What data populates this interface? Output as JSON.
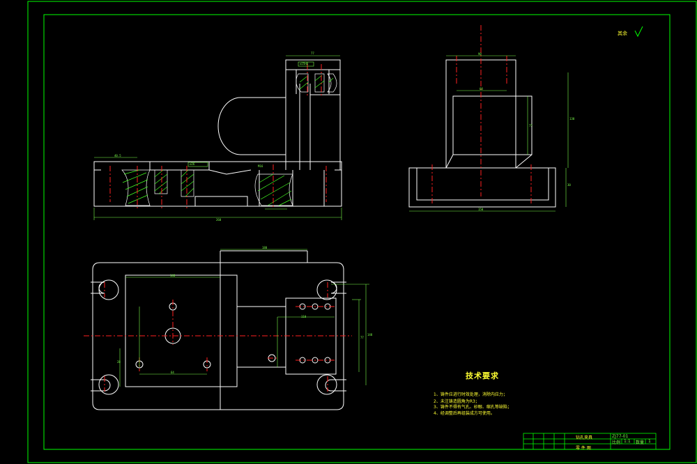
{
  "drawing": {
    "surface_mark": "其余",
    "technical_requirements": {
      "title": "技术要求",
      "notes": [
        "1、铸件应进行时效处理，消除内应力；",
        "2、未注铸造圆角为R3；",
        "3、铸件不得有气孔、砂眼、缩孔等缺陷；",
        "4、经调整后再组装成方可使用。"
      ]
    },
    "title_block": {
      "part_name": "钻孔夹具",
      "drawing_no": "ZJ77-01",
      "sub_label": "零 件 图",
      "scale_label": "比例",
      "scale_value": "1:1",
      "qty_label": "数量",
      "qty_value": "1"
    },
    "dimensions": {
      "front_top_width": "77",
      "front_top_fit": "∅25H8",
      "front_total_width": "260",
      "front_left": "40.5",
      "front_bolt": "∅26",
      "front_thread": "M16",
      "side_top_width": "90",
      "side_inner": "68",
      "side_height": "130",
      "side_mid": "77",
      "side_base": "150",
      "side_base_h": "30",
      "plan_top": "180",
      "plan_inner": "140",
      "plan_side": "148",
      "plan_hole_dx": "110",
      "plan_hole_dy": "77",
      "plan_sub": "64",
      "plan_small": "28"
    },
    "colors": {
      "border": "#00ff00",
      "outline": "#ffffff",
      "centerline": "#ff2020",
      "hatch": "#44ff22",
      "text": "#ffff33",
      "dimension": "#7cff4a"
    }
  }
}
